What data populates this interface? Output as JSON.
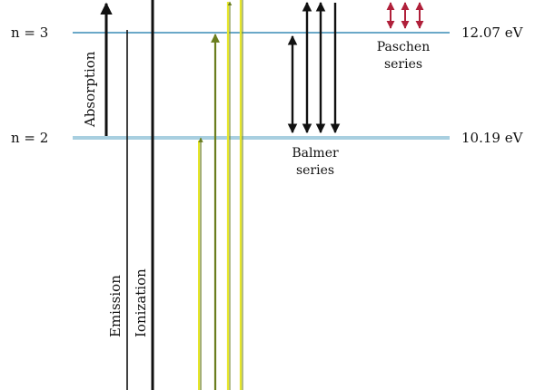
{
  "levels": [
    {
      "label": "n = 3",
      "energy": "12.07 eV"
    },
    {
      "label": "n = 2",
      "energy": "10.19 eV"
    }
  ],
  "series": {
    "paschen": {
      "line1": "Paschen",
      "line2": "series"
    },
    "balmer": {
      "line1": "Balmer",
      "line2": "series"
    }
  },
  "vertical_labels": {
    "absorption": "Absorption",
    "emission": "Emission",
    "ionization": "Ionization"
  },
  "colors": {
    "level_line": "#6aa8c8",
    "black_arrow": "#111111",
    "yellow_arrow": "#e6e62a",
    "green_arrow": "#6a7d1e",
    "paschen_arrow": "#b0203a"
  }
}
